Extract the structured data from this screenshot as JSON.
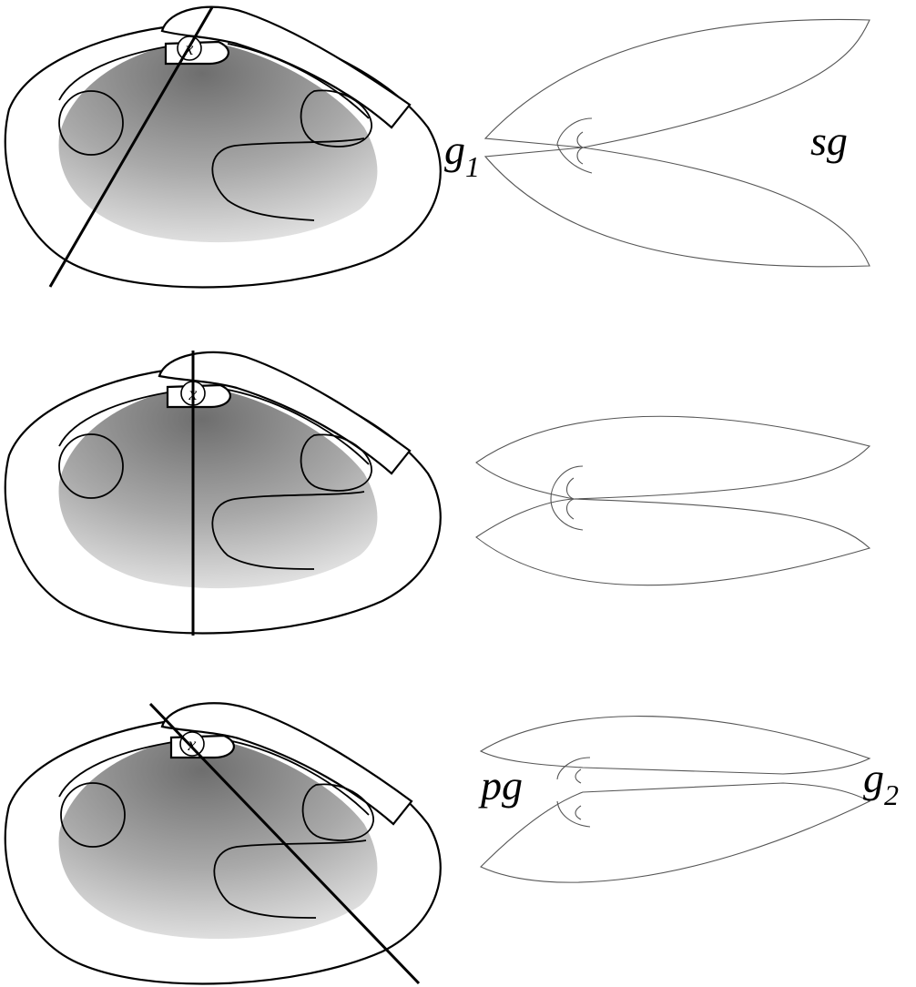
{
  "figure": {
    "panels": [
      {
        "hinge_marker": "x",
        "labels": {
          "left": "g",
          "left_sub": "1",
          "right": "sg"
        }
      },
      {
        "hinge_marker": "x",
        "labels": {}
      },
      {
        "hinge_marker": "x",
        "labels": {
          "left": "pg",
          "right": "g",
          "right_sub": "2"
        }
      }
    ],
    "colors": {
      "ink": "#000000",
      "shell_fill": "#ffffff",
      "interior_dark": "#6e6e6e",
      "interior_light": "#d8d8d8",
      "section_stroke": "#555555"
    }
  }
}
